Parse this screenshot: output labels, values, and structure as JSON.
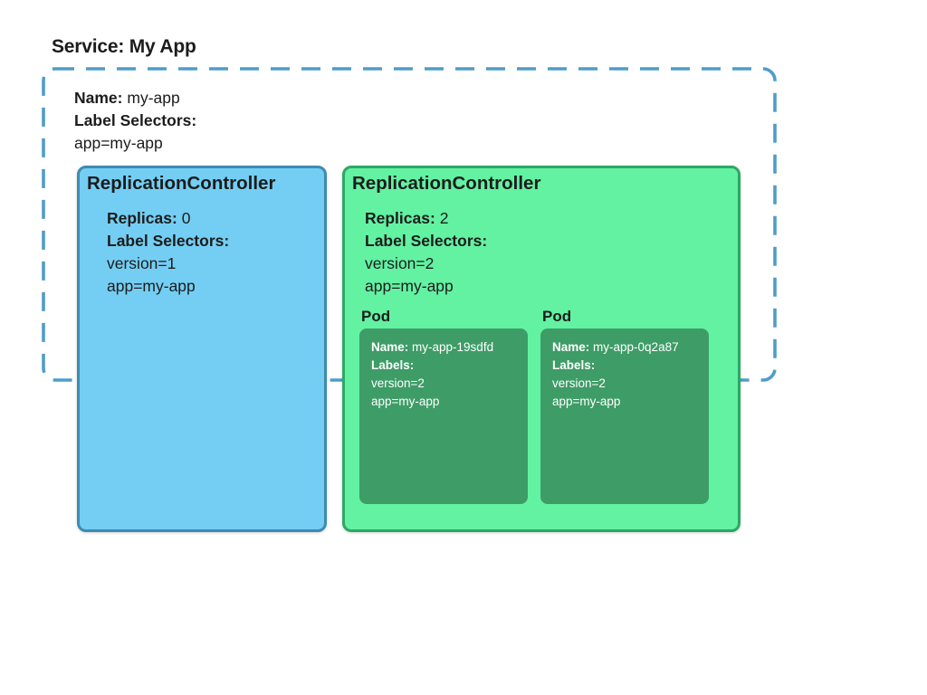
{
  "colors": {
    "text": "#1c1c1c",
    "dash_border": "#4f9dc8",
    "rc1_fill": "#74cef3",
    "rc1_border": "#3e8bb2",
    "rc2_fill": "#62f2a2",
    "rc2_border": "#2ea765",
    "pod_fill": "#3e9c67",
    "pod_text": "#ffffff"
  },
  "service": {
    "title": "Service: My App",
    "name_label": "Name:",
    "name_value": "my-app",
    "selectors_label": "Label Selectors:",
    "selectors": [
      "app=my-app"
    ]
  },
  "controllers": [
    {
      "title": "ReplicationController",
      "replicas_label": "Replicas:",
      "replicas": "0",
      "selectors_label": "Label Selectors:",
      "selectors": [
        "version=1",
        "app=my-app"
      ]
    },
    {
      "title": "ReplicationController",
      "replicas_label": "Replicas:",
      "replicas": "2",
      "selectors_label": "Label Selectors:",
      "selectors": [
        "version=2",
        "app=my-app"
      ],
      "pods": [
        {
          "label": "Pod",
          "name_label": "Name:",
          "name": "my-app-19sdfd",
          "labels_label": "Labels:",
          "labels": [
            "version=2",
            "app=my-app"
          ]
        },
        {
          "label": "Pod",
          "name_label": "Name:",
          "name": "my-app-0q2a87",
          "labels_label": "Labels:",
          "labels": [
            "version=2",
            "app=my-app"
          ]
        }
      ]
    }
  ]
}
